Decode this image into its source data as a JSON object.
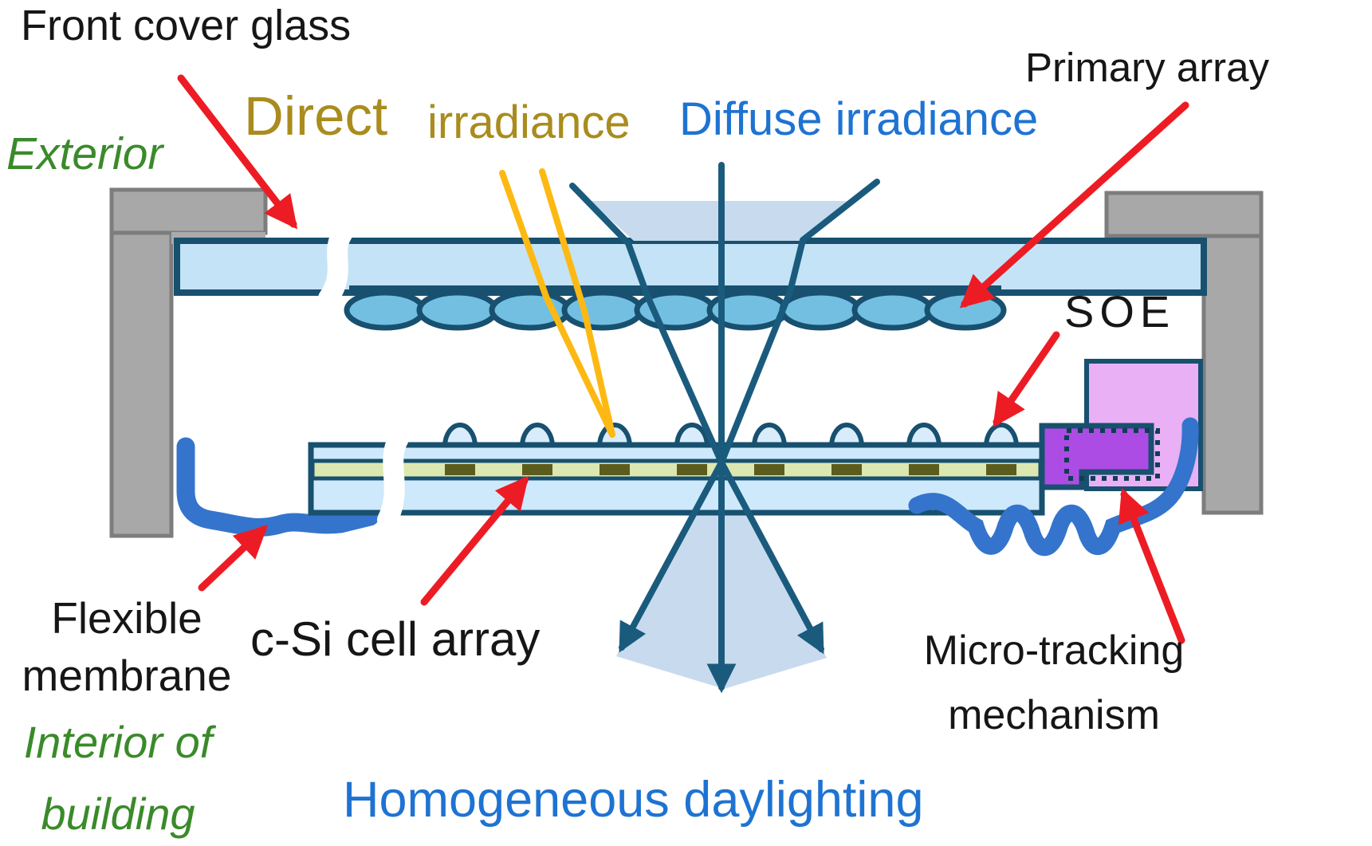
{
  "diagram": {
    "title": "Building-integrated micro-tracking CPV window cross-section",
    "labels": {
      "front_cover_glass": "Front cover glass",
      "direct": "Direct",
      "direct_irradiance": "irradiance",
      "diffuse_irradiance": "Diffuse irradiance",
      "primary_array": "Primary array",
      "exterior": "Exterior",
      "soe": "SOE",
      "flexible_membrane_line1": "Flexible",
      "flexible_membrane_line2": "membrane",
      "c_si_cell_array": "c-Si cell array",
      "interior_line1": "Interior of",
      "interior_line2": "building",
      "homogeneous_daylighting": "Homogeneous daylighting",
      "micro_tracking_line1": "Micro-tracking",
      "micro_tracking_line2": "mechanism"
    },
    "colors": {
      "outline_navy": "#18506f",
      "glass_fill": "#c5e3f6",
      "lens_fill": "#72bfe2",
      "soe_dome_fill": "#d9ecfb",
      "receiver_fill": "#cde9fb",
      "cell_band_fill": "#dde7b0",
      "cell_fill": "#5c5c1d",
      "light_cone_fill": "#c8daee",
      "direct_ray_yellow": "#fdb913",
      "diffuse_ray_teal": "#1a5b7d",
      "annotation_red": "#ed1c24",
      "frame_gray": "#a8a8a8",
      "frame_gray_edge": "#7d7d7d",
      "membrane_blue": "#3474cc",
      "soe_holder_lavender": "#e9b0f5",
      "actuator_purple": "#ac4ce4",
      "text_gold": "#a98c1d",
      "text_blue": "#1e73d2",
      "text_green": "#3a8a2a"
    }
  }
}
